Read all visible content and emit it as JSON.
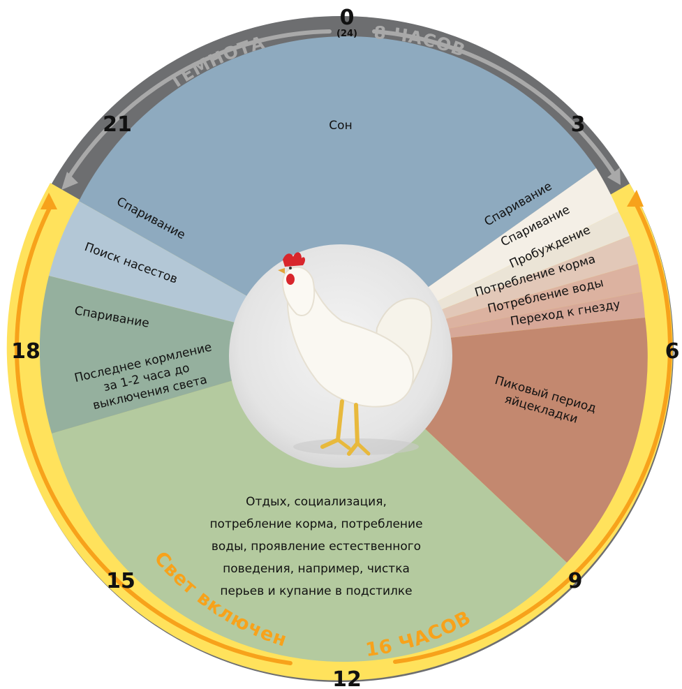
{
  "ring": {
    "dark_label": "ТЕМНОТА",
    "dark_hours_label": "8 ЧАСОВ",
    "light_label": "Свет включен",
    "light_hours_label": "16 ЧАСОВ",
    "colors": {
      "dark": "#6d6e70",
      "light": "#ffe25c",
      "light_arrow": "#f7a21b",
      "dark_arrow": "#a9a9a9"
    }
  },
  "hours": {
    "h0": "0",
    "h0_alt": "(24)",
    "h3": "3",
    "h6": "6",
    "h9": "9",
    "h12": "12",
    "h15": "15",
    "h18": "18",
    "h21": "21"
  },
  "segments": {
    "sleep": {
      "label": "Сон",
      "color": "#8eaabf"
    },
    "mating_morning": {
      "label": "Спаривание",
      "color": "#f4efe6"
    },
    "mating_morning_2": {
      "label": "Спаривание",
      "color": "#ede6d8"
    },
    "waking": {
      "label": "Пробуждение",
      "color": "#e1dccb"
    },
    "feed_intake": {
      "label": "Потребление корма",
      "color": "#e2c8b8"
    },
    "water_intake": {
      "label": "Потребление воды",
      "color": "#dcb2a0"
    },
    "nest_transition": {
      "label": "Переход к гнезду",
      "color": "#d7a898"
    },
    "peak_laying": {
      "lines": [
        "Пиковый период",
        "яйцекладки"
      ],
      "color": "#c3886f"
    },
    "rest": {
      "lines": [
        "Отдых, социализация,",
        "потребление корма, потребление",
        "воды, проявление естественного",
        "поведения, например, чистка",
        "перьев и купание в подстилке"
      ],
      "color": "#b4ca9f"
    },
    "evening": {
      "mating": "Спаривание",
      "last_feed_lines": [
        "Последнее кормление",
        "за 1-2 часа до",
        "выключения света"
      ],
      "color": "#95b09e"
    },
    "roost": {
      "mating": "Спаривание",
      "roost_search": "Поиск насестов",
      "color": "#b3c7d6"
    }
  }
}
